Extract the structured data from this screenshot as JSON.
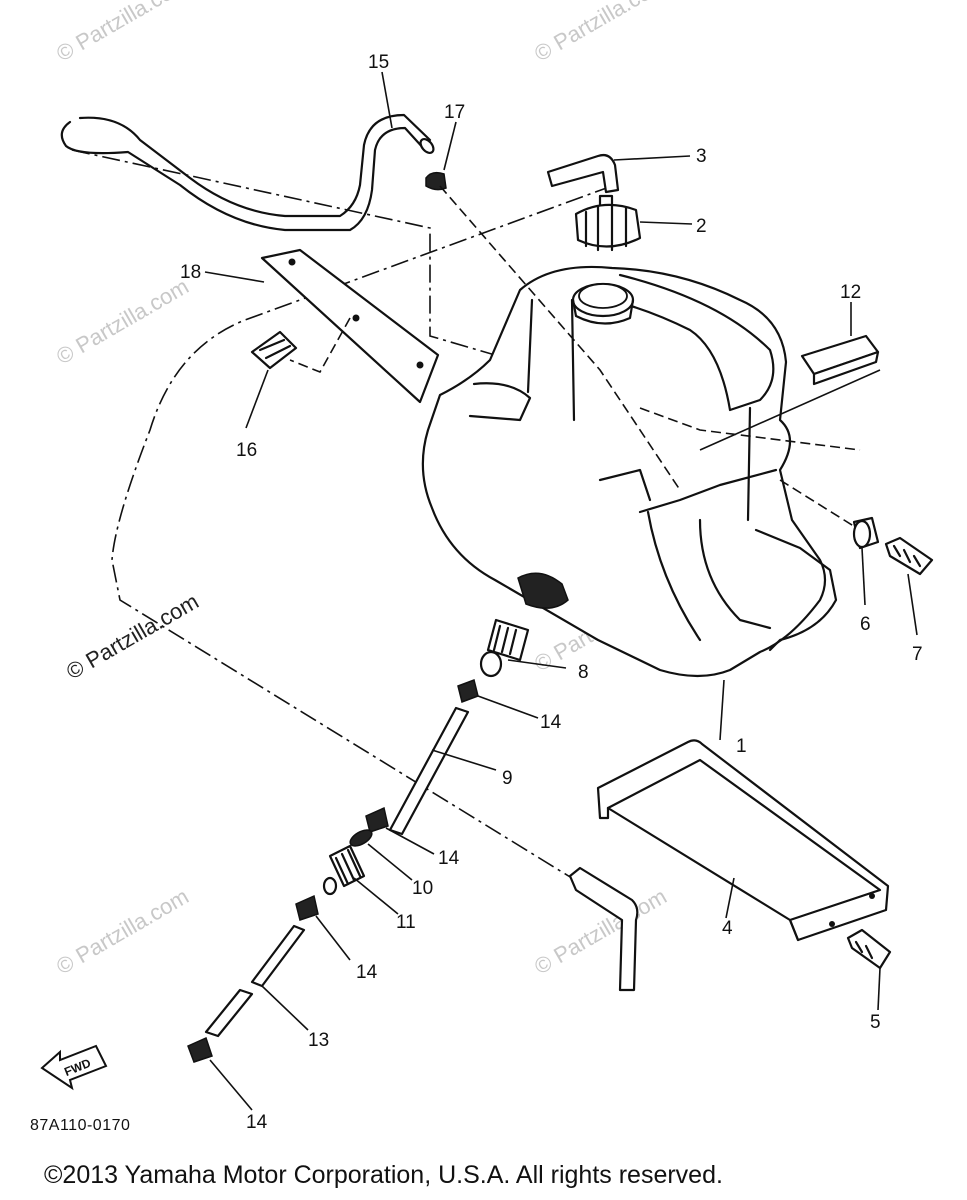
{
  "diagram": {
    "callouts": [
      {
        "id": "1",
        "label": "1"
      },
      {
        "id": "2",
        "label": "2"
      },
      {
        "id": "3",
        "label": "3"
      },
      {
        "id": "4",
        "label": "4"
      },
      {
        "id": "5",
        "label": "5"
      },
      {
        "id": "6",
        "label": "6"
      },
      {
        "id": "7",
        "label": "7"
      },
      {
        "id": "8",
        "label": "8"
      },
      {
        "id": "9",
        "label": "9"
      },
      {
        "id": "10",
        "label": "10"
      },
      {
        "id": "11",
        "label": "11"
      },
      {
        "id": "12",
        "label": "12"
      },
      {
        "id": "13",
        "label": "13"
      },
      {
        "id": "14a",
        "label": "14"
      },
      {
        "id": "14b",
        "label": "14"
      },
      {
        "id": "14c",
        "label": "14"
      },
      {
        "id": "14d",
        "label": "14"
      },
      {
        "id": "15",
        "label": "15"
      },
      {
        "id": "16",
        "label": "16"
      },
      {
        "id": "17",
        "label": "17"
      },
      {
        "id": "18",
        "label": "18"
      }
    ],
    "diagram_code": "87A110-0170",
    "fwd_label": "FWD",
    "watermark": "© Partzilla.com",
    "copyright": "©2013 Yamaha Motor Corporation, U.S.A. All rights reserved."
  }
}
